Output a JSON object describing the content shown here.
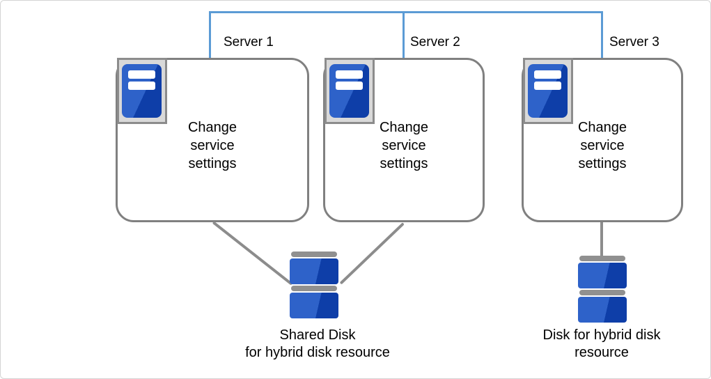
{
  "servers": [
    {
      "label": "Server 1",
      "body": "Change service settings"
    },
    {
      "label": "Server 2",
      "body": "Change service settings"
    },
    {
      "label": "Server 3",
      "body": "Change service settings"
    }
  ],
  "shared_disk": {
    "lines": [
      "Shared Disk",
      "for hybrid disk resource"
    ]
  },
  "local_disk": {
    "lines": [
      "Disk for hybrid disk",
      "resource"
    ]
  },
  "icons": {
    "server": "server-icon",
    "disk": "disk-icon"
  },
  "colors": {
    "connector_blue": "#5b9bd5",
    "connector_gray": "#8c8c8c",
    "box_border": "#808080",
    "icon_border": "#8c8c8c",
    "icon_frame_bg": "#d9d9d9",
    "icon_blue_light": "#2e62c9",
    "icon_blue_dark": "#0e3ea8",
    "disk_cap_gray": "#909090",
    "canvas_border": "#d4d4d4"
  }
}
